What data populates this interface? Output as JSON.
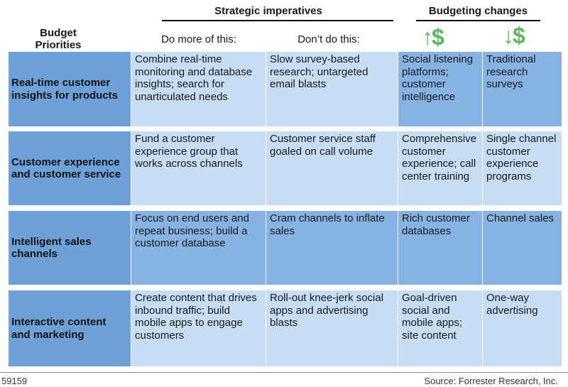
{
  "header": {
    "budget_priorities": "Budget Priorities",
    "strategic_imperatives": "Strategic imperatives",
    "budgeting_changes": "Budgeting changes",
    "do_more": "Do more of this:",
    "dont_do": "Don’t do this:",
    "increase_symbol": "↑$",
    "decrease_symbol": "↓$"
  },
  "rows": [
    {
      "priority": "Real-time customer insights for products",
      "do_more": "Combine real-time monitoring and database insights; search for unarticulated needs",
      "dont_do": "Slow survey-based research; untargeted email blasts",
      "increase": "Social listening platforms; customer intelligence",
      "decrease": "Traditional research surveys"
    },
    {
      "priority": "Customer experience and customer service",
      "do_more": "Fund a customer experience group that works across channels",
      "dont_do": "Customer service staff goaled on call volume",
      "increase": "Comprehensive customer experience; call center training",
      "decrease": "Single channel customer experience programs"
    },
    {
      "priority": "Intelligent sales channels",
      "do_more": "Focus on end users and repeat business; build a customer database",
      "dont_do": "Cram channels to inflate sales",
      "increase": "Rich customer databases",
      "decrease": "Channel sales"
    },
    {
      "priority": "Interactive content and marketing",
      "do_more": "Create content that drives inbound traffic; build mobile apps to engage customers",
      "dont_do": "Roll-out knee-jerk social apps and advertising blasts",
      "increase": "Goal-driven social and mobile apps; site content",
      "decrease": "One-way advertising"
    }
  ],
  "footer": {
    "figure_id": "59159",
    "source": "Source: Forrester Research, Inc."
  },
  "colors": {
    "label_fill": "#6ea1d9",
    "light_fill": "#c7ddf3",
    "dark_fill": "#86b3e3",
    "arrow_green": "#5cb85c"
  }
}
